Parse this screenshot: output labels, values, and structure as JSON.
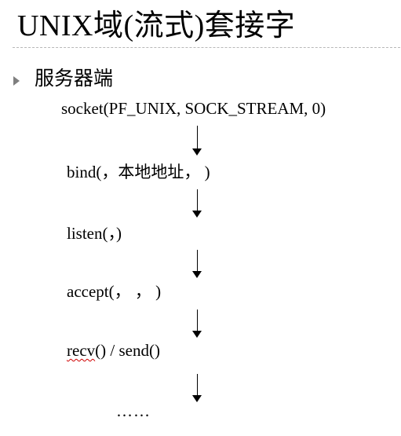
{
  "slide": {
    "title": "UNIX域(流式)套接字",
    "section": "服务器端"
  },
  "flow": {
    "step0": "socket(PF_UNIX, SOCK_STREAM, 0)",
    "step1": "bind(，本地地址， )",
    "step2": "listen(，)",
    "step3": "accept(， ， )",
    "step4_a": "recv",
    "step4_b": "() / send()",
    "step5": "……"
  },
  "icons": {
    "bullet": "triangle-right-bullet-icon",
    "arrow": "arrow-down-icon"
  },
  "colors": {
    "bullet": "#7f7f7f",
    "spellcheck": "#d00000",
    "rule": "#b8b8b8"
  }
}
